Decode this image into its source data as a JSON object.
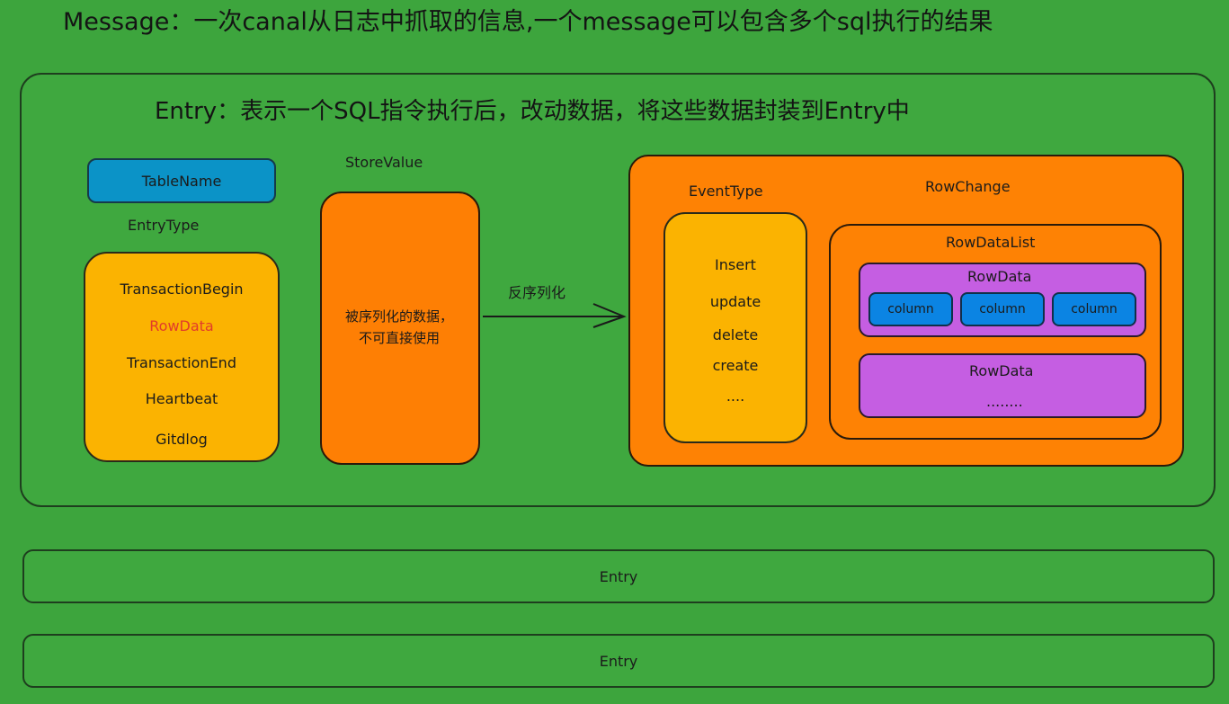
{
  "title": "Message：一次canal从日志中抓取的信息,一个message可以包含多个sql执行的结果",
  "entry": {
    "title": "Entry：表示一个SQL指令执行后，改动数据，将这些数据封装到Entry中",
    "table_name": "TableName",
    "entry_type": {
      "label": "EntryType",
      "items": [
        "TransactionBegin",
        "RowData",
        "TransactionEnd",
        "Heartbeat",
        "Gitdlog"
      ]
    },
    "store_value": {
      "label": "StoreValue",
      "text_line1": "被序列化的数据，",
      "text_line2": "不可直接使用"
    },
    "arrow_label": "反序列化",
    "row_change": {
      "label": "RowChange",
      "event_type": {
        "label": "EventType",
        "items": [
          "Insert",
          "update",
          "delete",
          "create",
          "...."
        ]
      },
      "row_data_list": {
        "label": "RowDataList",
        "row_data_1": {
          "label": "RowData",
          "columns": [
            "column",
            "column",
            "column"
          ]
        },
        "row_data_2": {
          "label": "RowData",
          "ellipsis": "........"
        }
      }
    }
  },
  "extra_entries": [
    "Entry",
    "Entry"
  ],
  "colors": {
    "background": "#3da53d",
    "table_name": "#0b93c7",
    "entry_type": "#fbb301",
    "store_value": "#fe7f04",
    "row_change": "#fe8204",
    "row_data": "#c55ee2",
    "column": "#0b84e3",
    "highlight_text": "#e23c2a"
  }
}
